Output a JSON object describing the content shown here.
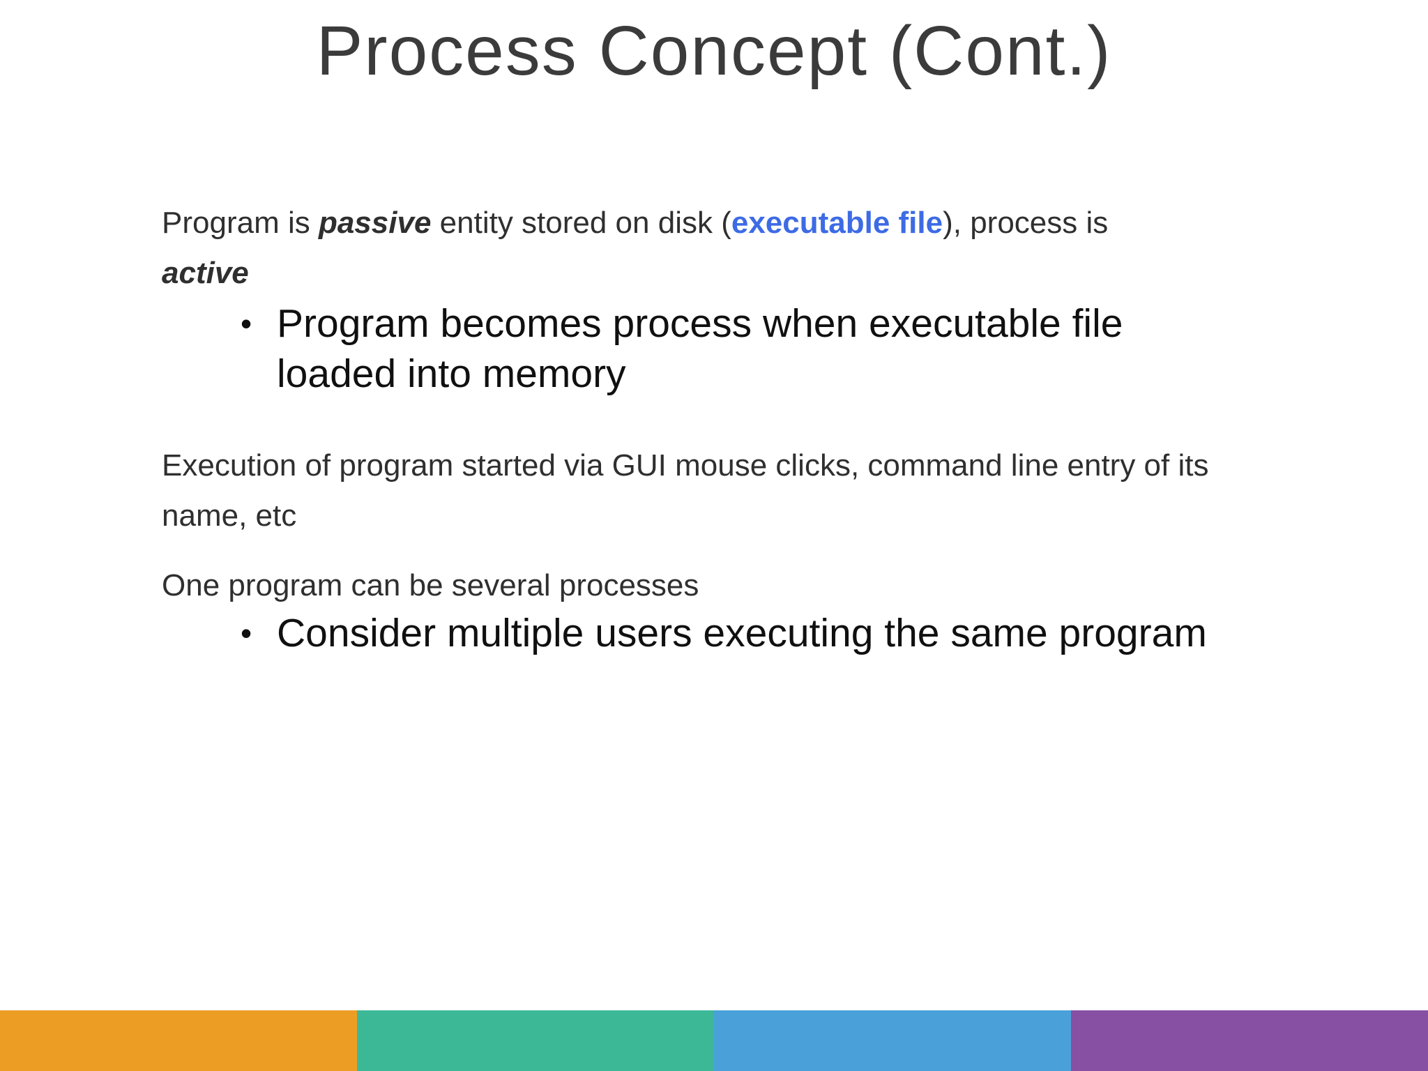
{
  "slide": {
    "title": "Process Concept (Cont.)",
    "intro": {
      "part1": "Program is ",
      "passive": "passive",
      "part2": " entity stored on disk (",
      "executable_file": "executable file",
      "part3": "), process is",
      "active": "active"
    },
    "bullet_glyph": "•",
    "bullet1": "Program becomes process when executable file loaded into memory",
    "para_execution": "Execution of program started via GUI mouse clicks, command line entry of its name, etc",
    "para_one_program": "One program can be several processes",
    "bullet2": "Consider multiple users executing the same program"
  },
  "colors": {
    "title_text": "#3b3b3b",
    "body_text": "#2f2f2f",
    "bullet_text": "#101010",
    "link_blue": "#3d6be5",
    "bar_orange": "#ec9e24",
    "bar_teal": "#3cb897",
    "bar_blue": "#4aa0d9",
    "bar_purple": "#8750a3"
  }
}
